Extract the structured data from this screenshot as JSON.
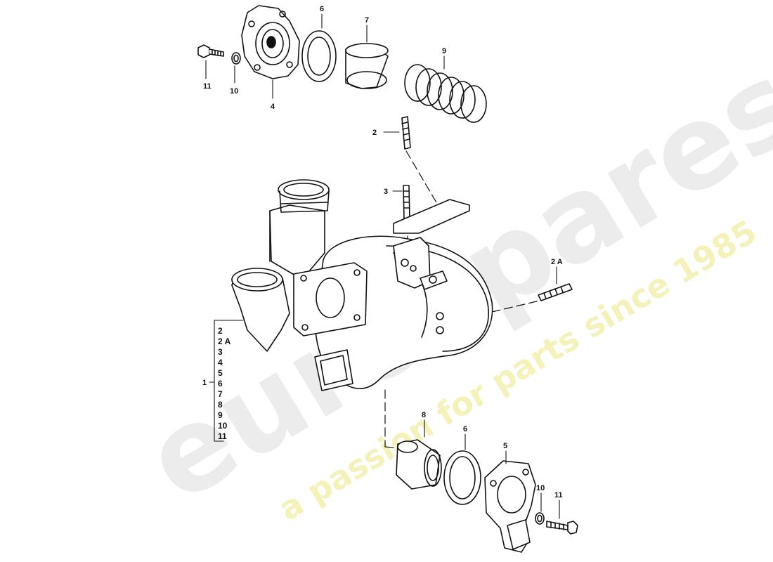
{
  "watermark": {
    "brand": "eurospares",
    "tagline": "a passion for parts since 1985",
    "brand_color": "#e6e6e6",
    "tagline_color": "#f3f0a8"
  },
  "callouts": {
    "p1": "1",
    "p2_top": "2",
    "p2a_right": "2 A",
    "p3": "3",
    "p4": "4",
    "p5": "5",
    "p6_top": "6",
    "p6_bottom": "6",
    "p7": "7",
    "p8": "8",
    "p9": "9",
    "p10_top": "10",
    "p10_bottom": "10",
    "p11_top": "11",
    "p11_bottom": "11"
  },
  "assembly_list": [
    "2",
    "2 A",
    "3",
    "4",
    "5",
    "6",
    "7",
    "8",
    "9",
    "10",
    "11"
  ],
  "colors": {
    "ink": "#111111",
    "paper": "#ffffff"
  }
}
